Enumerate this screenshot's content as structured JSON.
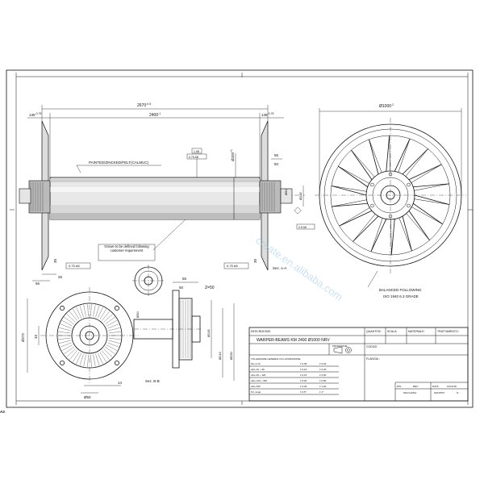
{
  "sheet": {
    "format": "A3",
    "watermark": "create.en.alibaba.com"
  },
  "dimensions": {
    "overall_length": "2670",
    "overall_tol": "-0.5",
    "barrel_length": "2400",
    "barrel_tol": "-1",
    "flange_offset_left": "135",
    "flange_offset_left_tol": "-0.75",
    "flange_offset_right": "135",
    "flange_offset_right_tol": "-0.75",
    "flange_diameter": "Ø1000",
    "flange_diameter_tol": "-2",
    "barrel_diameter": "Ø320",
    "barrel_diameter_tol": "+1",
    "dim_55_top": "55",
    "dim_50_top": "50",
    "dim_50_journal": "Ø50",
    "dim_245": "Ø245",
    "dim_30_left": "30",
    "dim_26": "26",
    "dim_56": "56",
    "dim_30_right": "30",
    "tol_runout_left": "0.75 A8",
    "tol_runout_right": "0.75 A8",
    "tol_runout_top": "0.75 A8",
    "tol_flatness": "1 A8",
    "tol_small_right": "0.5 A8",
    "dim_55_detail": "55",
    "dim_50_detail": "50",
    "z_count": "Z=50",
    "dim_272": "Ø272",
    "dim_33": "33",
    "dim_14": "14",
    "dim_50_bottom": "Ø50",
    "dim_30_detail": "Ø30",
    "dim_245_detail": "Ø245",
    "dim_219": "Ø219",
    "dim_330": "Ø330"
  },
  "notes": {
    "paint_note": "PAINTED/ZINCKED/FELT(CALMUC)",
    "groove_note": "Growe to be defined following customer requirement",
    "section_aa": "Sez. A-A",
    "section_bb": "Sez. B-B",
    "balance_note": "BALANCED FOLLOWING ISO 1940 6.3 GRADE"
  },
  "title_block": {
    "description_label": "DESCRIZIONE:",
    "description": "WARPER-BEAMS KM 2400  Ø1000 NRV",
    "quantity_label": "QUANTITA':",
    "scale_label": "SCALA:",
    "material_label": "MATERIALE:",
    "treatment_label": "TRATTAMENTO:",
    "projection_label": "PROIEZIONE",
    "code_label": "CODICE",
    "flange_label": "FLANGIA :",
    "sheet_label": "DIS.:",
    "rev_label": "REV:",
    "date_label": "DATA:",
    "date_value": "12/12/18",
    "machine_label": "MACCHINA:",
    "group_label": "GRUPPO:",
    "number_label": "N.:",
    "tolerance_title": "TOLLERANZE GENERALI DI LAVORAZIONE",
    "tolerance_rows": [
      [
        "fino a 10",
        "± 0,05",
        "± 0,20"
      ],
      [
        "oltre 10 ÷ 30",
        "± 0,10",
        "± 0,30"
      ],
      [
        "oltre 30 ÷ 120",
        "± 0,15",
        "± 0,50"
      ],
      [
        "oltre 120 ÷ 400",
        "± 0,20",
        "± 0,80"
      ],
      [
        "oltre 400",
        "± 0,30",
        "± 1,20"
      ],
      [
        "Tol. ango.",
        "± 0,5°",
        "± 1°"
      ]
    ]
  }
}
